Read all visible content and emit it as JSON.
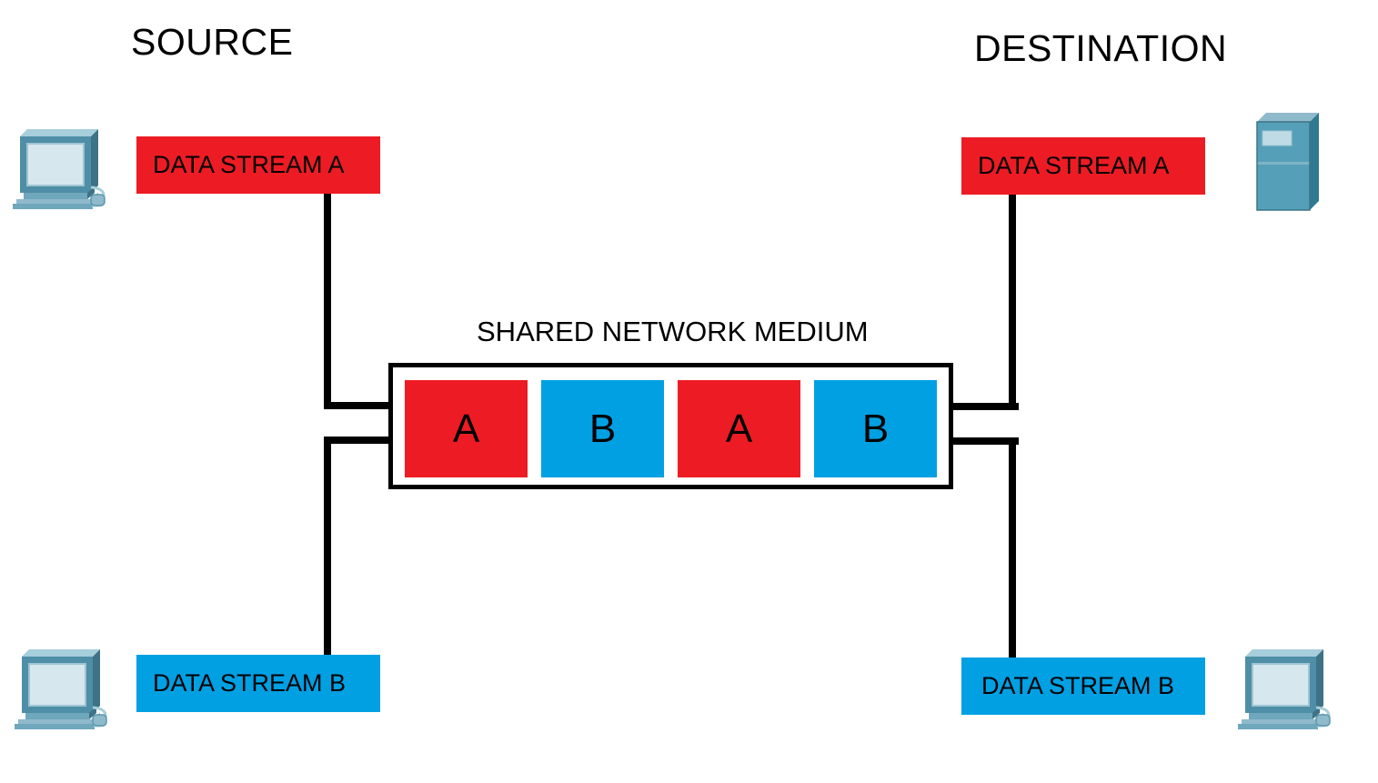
{
  "diagram": {
    "title_source": "SOURCE",
    "title_destination": "DESTINATION",
    "medium_label": "SHARED NETWORK MEDIUM",
    "colors": {
      "stream_a": "#ED1C24",
      "stream_b": "#00A0E3",
      "line": "#000000",
      "background": "#FFFFFF",
      "device_icon": "#5B96AD"
    }
  },
  "source": {
    "stream_a": {
      "label": "DATA STREAM A",
      "color": "#ED1C24",
      "device_icon": "desktop-computer-icon"
    },
    "stream_b": {
      "label": "DATA STREAM B",
      "color": "#00A0E3",
      "device_icon": "desktop-computer-icon"
    }
  },
  "destination": {
    "stream_a": {
      "label": "DATA STREAM A",
      "color": "#ED1C24",
      "device_icon": "server-tower-icon"
    },
    "stream_b": {
      "label": "DATA STREAM B",
      "color": "#00A0E3",
      "device_icon": "desktop-computer-icon"
    }
  },
  "medium": {
    "label": "SHARED NETWORK MEDIUM",
    "segments": [
      {
        "label": "A",
        "stream": "A",
        "color": "#ED1C24"
      },
      {
        "label": "B",
        "stream": "B",
        "color": "#00A0E3"
      },
      {
        "label": "A",
        "stream": "A",
        "color": "#ED1C24"
      },
      {
        "label": "B",
        "stream": "B",
        "color": "#00A0E3"
      }
    ]
  }
}
